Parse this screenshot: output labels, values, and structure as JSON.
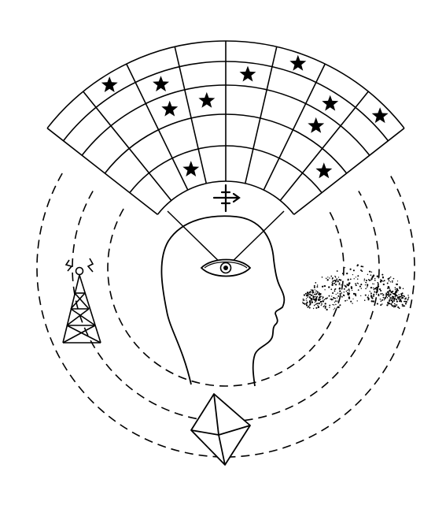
{
  "colors": {
    "ink": "#000000",
    "paper": "#ffffff"
  },
  "grid": {
    "rings": 5,
    "columns": 8
  },
  "stars": [
    {
      "ring": 4,
      "column": 1
    },
    {
      "ring": 3,
      "column": 2
    },
    {
      "ring": 2,
      "column": 2
    },
    {
      "ring": 2,
      "column": 3
    },
    {
      "ring": 0,
      "column": 2
    },
    {
      "ring": 3,
      "column": 4
    },
    {
      "ring": 4,
      "column": 5
    },
    {
      "ring": 3,
      "column": 6
    },
    {
      "ring": 4,
      "column": 7
    },
    {
      "ring": 2,
      "column": 6
    },
    {
      "ring": 1,
      "column": 7
    }
  ],
  "icons": {
    "eye": "eye-icon",
    "compass": "compass-cross-icon",
    "tower": "radio-tower-icon",
    "cloud": "cloud-icon",
    "crystal": "octahedron-crystal-icon",
    "head": "head-silhouette-icon"
  }
}
